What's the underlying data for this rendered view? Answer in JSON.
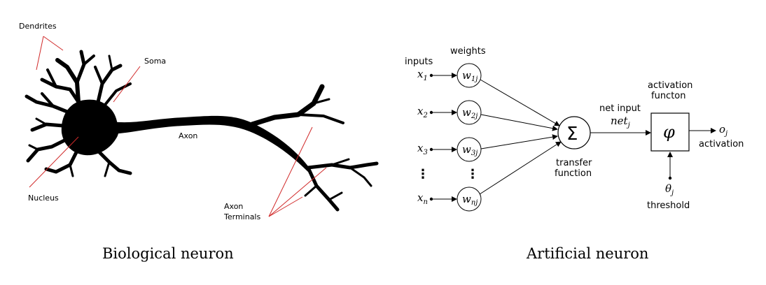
{
  "biological": {
    "caption": "Biological neuron",
    "labels": {
      "dendrites": "Dendrites",
      "soma": "Soma",
      "axon": "Axon",
      "nucleus": "Nucleus",
      "axon_terminals_line1": "Axon",
      "axon_terminals_line2": "Terminals"
    },
    "pointer_color": "#d12a2a"
  },
  "artificial": {
    "caption": "Artificial neuron",
    "labels": {
      "inputs": "inputs",
      "weights": "weights",
      "net_input": "net input",
      "net_symbol": "net",
      "net_sub": "j",
      "activation_function_line1": "activation",
      "activation_function_line2": "functon",
      "transfer_function_line1": "transfer",
      "transfer_function_line2": "function",
      "output_symbol": "o",
      "output_sub": "j",
      "activation": "activation",
      "threshold_symbol": "θ",
      "threshold_sub": "j",
      "threshold": "threshold",
      "sum_symbol": "Σ",
      "phi_symbol": "φ"
    },
    "inputs": [
      {
        "sym": "x",
        "sub": "1"
      },
      {
        "sym": "x",
        "sub": "2"
      },
      {
        "sym": "x",
        "sub": "3"
      },
      {
        "sym": "x",
        "sub": "n"
      }
    ],
    "weights": [
      {
        "sym": "w",
        "sub": "1j"
      },
      {
        "sym": "w",
        "sub": "2j"
      },
      {
        "sym": "w",
        "sub": "3j"
      },
      {
        "sym": "w",
        "sub": "nj"
      }
    ],
    "ellipsis": "⋮"
  }
}
